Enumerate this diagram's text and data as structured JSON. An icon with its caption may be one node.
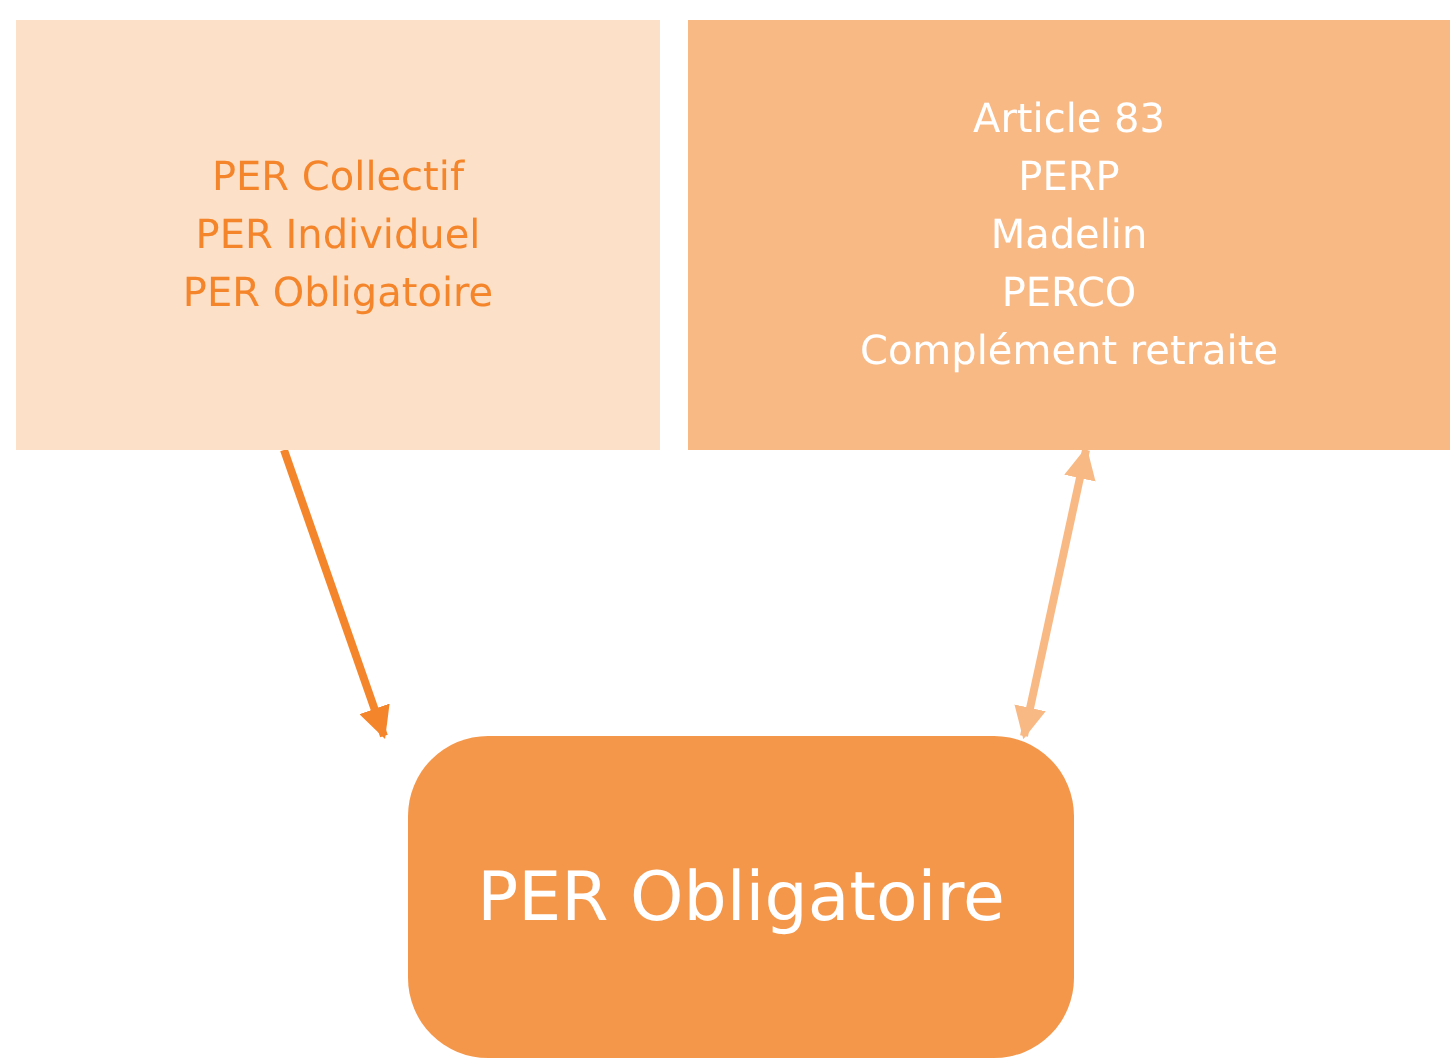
{
  "diagram": {
    "nodes": [
      {
        "text": [
          "PER Collectif",
          "PER Individuel",
          "PER Obligatoire"
        ]
      },
      {
        "text": [
          "Article 83",
          "PERP",
          "Madelin",
          "PERCO",
          "Complément retraite"
        ]
      },
      {
        "text": [
          "PER Obligatoire"
        ]
      }
    ],
    "edges": [
      {
        "from": 0,
        "to": 2,
        "arrow": "to"
      },
      {
        "from": 2,
        "to": 1,
        "arrow": "both",
        "color": "#f9b985"
      }
    ]
  }
}
